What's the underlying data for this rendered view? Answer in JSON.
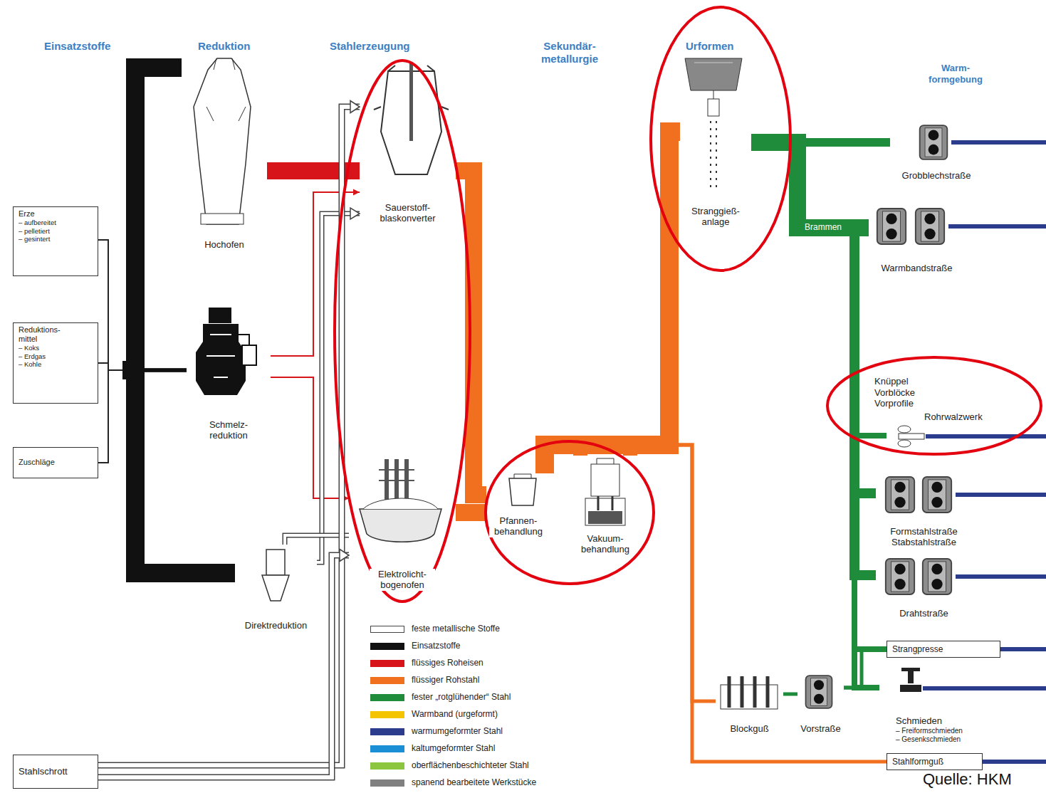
{
  "diagram": {
    "nodes": [
      {
        "text": [
          "Erze",
          "– aufbereitet",
          "– pelletiert",
          "– gesintert"
        ]
      },
      {
        "text": [
          "Reduktions- mittel",
          "– Koks",
          "– Erdgas",
          "– Kohle"
        ]
      },
      {
        "text": [
          "Zuschläge"
        ]
      },
      {
        "text": [
          "Stahlschrott"
        ]
      },
      {
        "text": [
          "Hochofen"
        ]
      },
      {
        "text": [
          "Schmelz- reduktion"
        ]
      },
      {
        "text": [
          "Direktreduktion"
        ]
      },
      {
        "text": [
          "Sauerstoff- blaskonverter"
        ]
      },
      {
        "text": [
          "Elektrolicht- bogenofen"
        ]
      },
      {
        "text": [
          "Pfannen- behandlung"
        ]
      },
      {
        "text": [
          "Vakuum- behandlung"
        ]
      },
      {
        "text": [
          "Stranggieß- anlage"
        ]
      },
      {
        "text": [
          "Blockguß"
        ]
      },
      {
        "text": [
          "Vorstraße"
        ]
      },
      {
        "text": [
          "Grobblechstraße"
        ]
      },
      {
        "text": [
          "Warmbandstraße"
        ]
      },
      {
        "text": [
          "Rohrwalzwerk"
        ]
      },
      {
        "text": [
          "Formstahlstraße",
          "Stabstahlstraße"
        ]
      },
      {
        "text": [
          "Drahtstraße"
        ]
      },
      {
        "text": [
          "Strangpresse"
        ]
      },
      {
        "text": [
          "Schmieden",
          "– Freiformschmieden",
          "– Gesenkschmieden"
        ]
      },
      {
        "text": [
          "Stahlformguß"
        ]
      }
    ],
    "edges": [
      {
        "from": 0,
        "to": 4,
        "arrow": "none"
      },
      {
        "from": 0,
        "to": 5,
        "arrow": "none"
      },
      {
        "from": 0,
        "to": 6,
        "arrow": "none"
      },
      {
        "from": 1,
        "to": 4,
        "arrow": "none"
      },
      {
        "from": 1,
        "to": 5,
        "arrow": "none"
      },
      {
        "from": 1,
        "to": 6,
        "arrow": "none"
      },
      {
        "from": 2,
        "to": 4,
        "arrow": "none"
      },
      {
        "from": 2,
        "to": 5,
        "arrow": "none"
      },
      {
        "from": 2,
        "to": 6,
        "arrow": "none"
      },
      {
        "from": 4,
        "to": 7,
        "arrow": "none"
      },
      {
        "from": 5,
        "to": 7,
        "arrow": "to"
      },
      {
        "from": 5,
        "to": 8,
        "arrow": "to"
      },
      {
        "from": 6,
        "to": 7,
        "arrow": "to"
      },
      {
        "from": 6,
        "to": 8,
        "arrow": "none"
      },
      {
        "from": 3,
        "to": 7,
        "arrow": "to"
      },
      {
        "from": 3,
        "to": 8,
        "arrow": "to"
      },
      {
        "from": 7,
        "to": 9,
        "arrow": "none"
      },
      {
        "from": 8,
        "to": 9,
        "arrow": "none"
      },
      {
        "from": 9,
        "to": 10,
        "arrow": "none"
      },
      {
        "from": 9,
        "to": 11,
        "arrow": "none"
      },
      {
        "from": 10,
        "to": 11,
        "arrow": "none"
      },
      {
        "from": 9,
        "to": 12,
        "arrow": "none"
      },
      {
        "from": 9,
        "to": 21,
        "arrow": "none"
      },
      {
        "from": 12,
        "to": 13,
        "arrow": "none"
      },
      {
        "from": 13,
        "to": 19,
        "arrow": "none"
      },
      {
        "from": 13,
        "to": 20,
        "arrow": "none"
      },
      {
        "from": 11,
        "to": 14,
        "arrow": "none"
      },
      {
        "from": 11,
        "to": 15,
        "label": "Brammen",
        "arrow": "none"
      },
      {
        "from": 11,
        "to": 16,
        "arrow": "none"
      },
      {
        "from": 11,
        "to": 17,
        "arrow": "none"
      },
      {
        "from": 11,
        "to": 18,
        "arrow": "none"
      },
      {
        "from": 11,
        "to": 19,
        "arrow": "none"
      },
      {
        "from": 11,
        "to": 20,
        "arrow": "none"
      }
    ],
    "labels": [
      "Einsatzstoffe",
      "Reduktion",
      "Stahlerzeugung",
      "Sekundär- metallurgie",
      "Urformen",
      "Warm- formgebung",
      "Knüppel Vorblöcke Vorprofile",
      "Quelle: HKM"
    ],
    "legend": [
      {
        "text": "feste metallische Stoffe"
      },
      {
        "text": "Einsatzstoffe",
        "color": "#111111"
      },
      {
        "text": "flüssiges Roheisen",
        "color": "#d7141a"
      },
      {
        "text": "flüssiger Rohstahl",
        "color": "#f07020"
      },
      {
        "text": "fester „rotglühender“ Stahl",
        "color": "#1e8c3a"
      },
      {
        "text": "Warmband (urgeformt)",
        "color": "#f5c400"
      },
      {
        "text": "warmumgeformter Stahl",
        "color": "#2c3c8c"
      },
      {
        "text": "kaltumgeformter Stahl",
        "color": "#1a8fd6"
      },
      {
        "text": "oberflächenbeschichteter Stahl",
        "color": "#8cc63f"
      },
      {
        "text": "spanend bearbeitete Werkstücke",
        "color": "#808080"
      }
    ]
  }
}
